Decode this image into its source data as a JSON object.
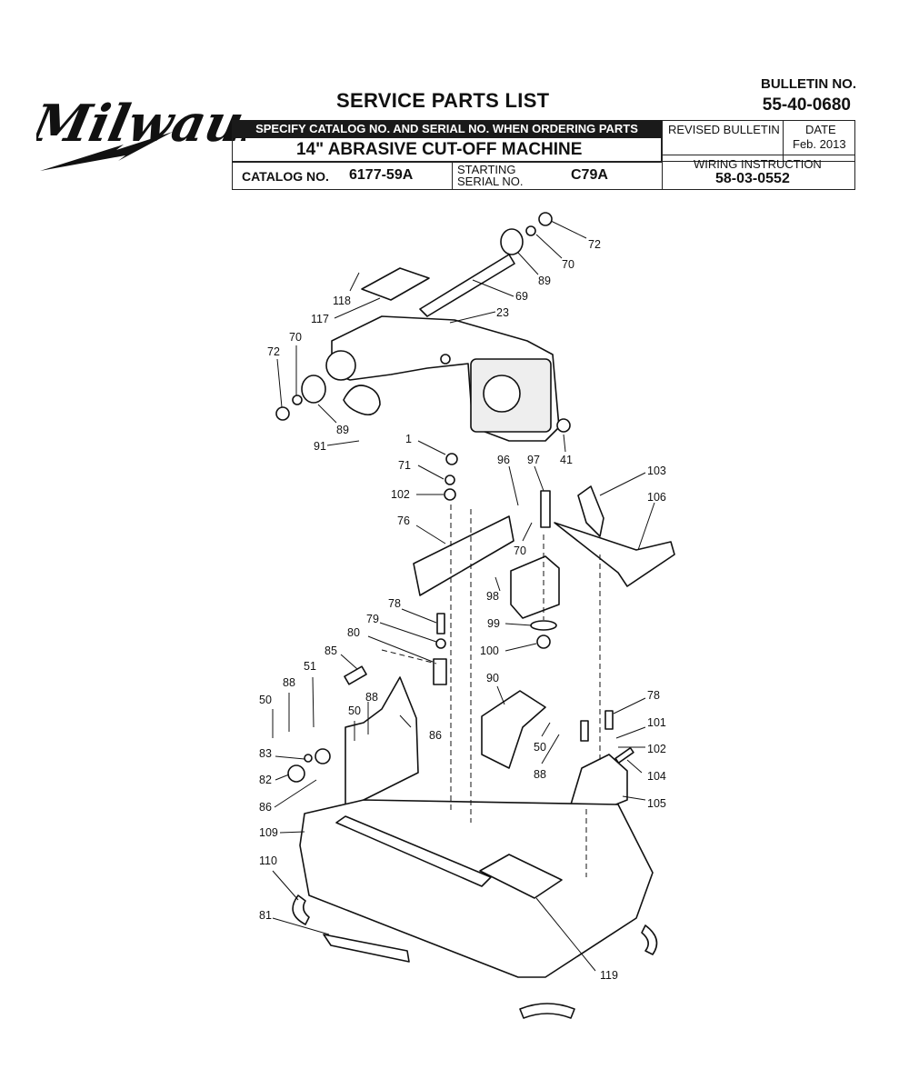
{
  "header": {
    "brand": "Milwaukee",
    "title": "SERVICE PARTS LIST",
    "bulletin_label": "BULLETIN NO.",
    "bulletin_number": "55-40-0680",
    "specify_note": "SPECIFY CATALOG NO. AND SERIAL NO. WHEN ORDERING PARTS",
    "machine_name": "14\" ABRASIVE CUT-OFF MACHINE",
    "revised_label": "REVISED BULLETIN",
    "date_label": "DATE",
    "date_value": "Feb. 2013",
    "catalog_label": "CATALOG NO.",
    "catalog_value": "6177-59A",
    "starting_label": "STARTING",
    "serial_label": "SERIAL NO.",
    "serial_value": "C79A",
    "wiring_label": "WIRING INSTRUCTION",
    "wiring_value": "58-03-0552"
  },
  "callouts": {
    "c72a": "72",
    "c70a": "70",
    "c89a": "89",
    "c69": "69",
    "c118": "118",
    "c117": "117",
    "c23": "23",
    "c72b": "72",
    "c70b": "70",
    "c89b": "89",
    "c91": "91",
    "c41": "41",
    "c1": "1",
    "c71": "71",
    "c102a": "102",
    "c76": "76",
    "c96": "96",
    "c97": "97",
    "c70c": "70",
    "c103": "103",
    "c106": "106",
    "c98": "98",
    "c99": "99",
    "c100": "100",
    "c78a": "78",
    "c79": "79",
    "c80": "80",
    "c85": "85",
    "c51": "51",
    "c88a": "88",
    "c50a": "50",
    "c88b": "88",
    "c50b": "50",
    "c86a": "86",
    "c90": "90",
    "c83": "83",
    "c82": "82",
    "c86b": "86",
    "c50c": "50",
    "c88c": "88",
    "c78b": "78",
    "c101": "101",
    "c102b": "102",
    "c104": "104",
    "c105": "105",
    "c109": "109",
    "c110": "110",
    "c81": "81",
    "c119": "119"
  }
}
